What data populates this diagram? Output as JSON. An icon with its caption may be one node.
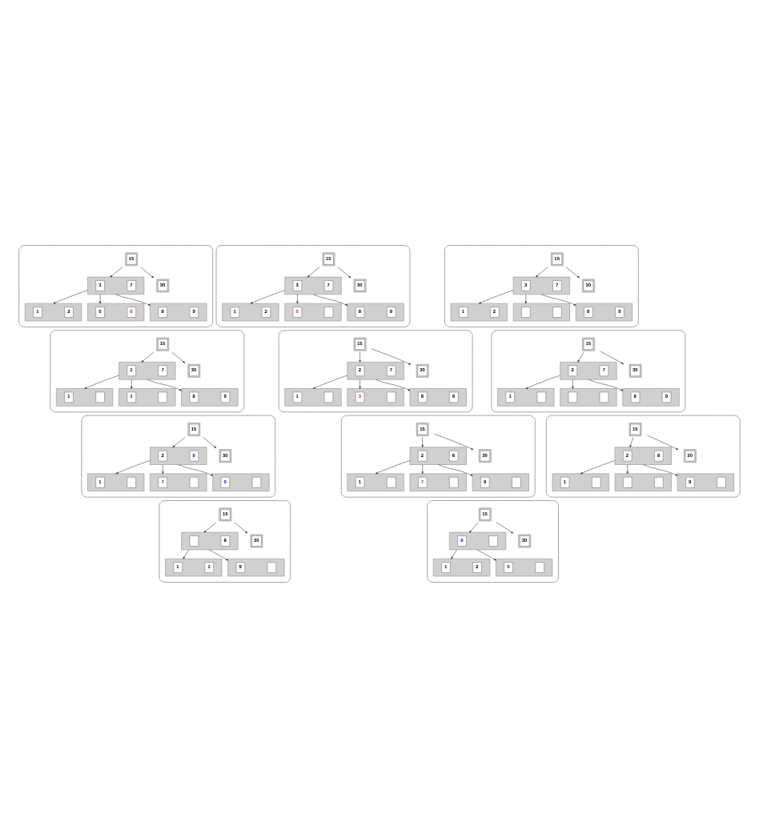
{
  "diagram": {
    "nodes": [
      {
        "text": [],
        "shape": "box"
      },
      {
        "text": [
          "15"
        ],
        "in": 0
      },
      {
        "text": [],
        "shape": "box",
        "in": 0
      },
      {
        "text": [
          "3"
        ],
        "in": 2
      },
      {
        "text": [
          "7"
        ],
        "in": 2
      },
      {
        "text": [
          "30"
        ],
        "in": 0
      },
      {
        "text": [],
        "shape": "box",
        "in": 0
      },
      {
        "text": [
          "1"
        ],
        "in": 6
      },
      {
        "text": [
          "2"
        ],
        "in": 6
      },
      {
        "text": [],
        "shape": "box",
        "in": 0
      },
      {
        "text": [
          "5"
        ],
        "in": 9
      },
      {
        "text": [
          "6"
        ],
        "in": 9
      },
      {
        "text": [],
        "shape": "box",
        "in": 0
      },
      {
        "text": [
          "8"
        ],
        "in": 12
      },
      {
        "text": [
          "9"
        ],
        "in": 12
      },
      {
        "text": [],
        "shape": "box"
      },
      {
        "text": [
          "15"
        ],
        "in": 15
      },
      {
        "text": [],
        "shape": "box",
        "in": 15
      },
      {
        "text": [
          "3"
        ],
        "in": 17
      },
      {
        "text": [
          "7"
        ],
        "in": 17
      },
      {
        "text": [
          "30"
        ],
        "in": 15
      },
      {
        "text": [],
        "shape": "box",
        "in": 15
      },
      {
        "text": [
          "1"
        ],
        "in": 21
      },
      {
        "text": [
          "2"
        ],
        "in": 21
      },
      {
        "text": [],
        "shape": "box",
        "in": 15
      },
      {
        "text": [
          "5"
        ],
        "in": 24
      },
      {
        "text": [],
        "shape": "box",
        "in": 24
      },
      {
        "text": [],
        "shape": "box",
        "in": 15
      },
      {
        "text": [
          "8"
        ],
        "in": 27
      },
      {
        "text": [
          "9"
        ],
        "in": 27
      },
      {
        "text": [],
        "shape": "box"
      },
      {
        "text": [
          "15"
        ],
        "in": 30
      },
      {
        "text": [],
        "shape": "box",
        "in": 30
      },
      {
        "text": [
          "3"
        ],
        "in": 32
      },
      {
        "text": [
          "7"
        ],
        "in": 32
      },
      {
        "text": [
          "30"
        ],
        "in": 30
      },
      {
        "text": [],
        "shape": "box",
        "in": 30
      },
      {
        "text": [
          "1"
        ],
        "in": 36
      },
      {
        "text": [
          "2"
        ],
        "in": 36
      },
      {
        "text": [],
        "shape": "box",
        "in": 30
      },
      {
        "text": [],
        "shape": "box",
        "in": 39
      },
      {
        "text": [],
        "shape": "box",
        "in": 39
      },
      {
        "text": [],
        "shape": "box",
        "in": 30
      },
      {
        "text": [
          "8"
        ],
        "in": 42
      },
      {
        "text": [
          "9"
        ],
        "in": 42
      },
      {
        "text": [],
        "shape": "box"
      },
      {
        "text": [
          "15"
        ],
        "in": 45
      },
      {
        "text": [],
        "shape": "box",
        "in": 45
      },
      {
        "text": [
          "2"
        ],
        "in": 47
      },
      {
        "text": [
          "7"
        ],
        "in": 47
      },
      {
        "text": [
          "30"
        ],
        "in": 45
      },
      {
        "text": [],
        "shape": "box",
        "in": 45
      },
      {
        "text": [
          "1"
        ],
        "in": 51
      },
      {
        "text": [],
        "shape": "box",
        "in": 51
      },
      {
        "text": [],
        "shape": "box",
        "in": 45
      },
      {
        "text": [
          "3"
        ],
        "in": 54
      },
      {
        "text": [],
        "shape": "box",
        "in": 54
      },
      {
        "text": [],
        "shape": "box",
        "in": 45
      },
      {
        "text": [
          "8"
        ],
        "in": 57
      },
      {
        "text": [
          "9"
        ],
        "in": 57
      },
      {
        "text": [],
        "shape": "box"
      },
      {
        "text": [
          "15"
        ],
        "in": 60
      },
      {
        "text": [],
        "shape": "box",
        "in": 60
      },
      {
        "text": [
          "2"
        ],
        "in": 62
      },
      {
        "text": [
          "7"
        ],
        "in": 62
      },
      {
        "text": [
          "30"
        ],
        "in": 60
      },
      {
        "text": [],
        "shape": "box",
        "in": 60
      },
      {
        "text": [
          "1"
        ],
        "in": 66
      },
      {
        "text": [],
        "shape": "box",
        "in": 66
      },
      {
        "text": [],
        "shape": "box",
        "in": 60
      },
      {
        "text": [
          "3"
        ],
        "in": 69
      },
      {
        "text": [],
        "shape": "box",
        "in": 69
      },
      {
        "text": [],
        "shape": "box",
        "in": 60
      },
      {
        "text": [
          "8"
        ],
        "in": 72
      },
      {
        "text": [
          "9"
        ],
        "in": 72
      },
      {
        "text": [],
        "shape": "box"
      },
      {
        "text": [
          "15"
        ],
        "in": 75
      },
      {
        "text": [],
        "shape": "box",
        "in": 75
      },
      {
        "text": [
          "2"
        ],
        "in": 77
      },
      {
        "text": [
          "7"
        ],
        "in": 77
      },
      {
        "text": [
          "30"
        ],
        "in": 75
      },
      {
        "text": [],
        "shape": "box",
        "in": 75
      },
      {
        "text": [
          "1"
        ],
        "in": 81
      },
      {
        "text": [],
        "shape": "box",
        "in": 81
      },
      {
        "text": [],
        "shape": "box",
        "in": 75
      },
      {
        "text": [],
        "shape": "box",
        "in": 84
      },
      {
        "text": [],
        "shape": "box",
        "in": 84
      },
      {
        "text": [],
        "shape": "box",
        "in": 75
      },
      {
        "text": [
          "8"
        ],
        "in": 87
      },
      {
        "text": [
          "9"
        ],
        "in": 87
      },
      {
        "text": [],
        "shape": "box"
      },
      {
        "text": [
          "15"
        ],
        "in": 90
      },
      {
        "text": [],
        "shape": "box",
        "in": 90
      },
      {
        "text": [
          "2"
        ],
        "in": 92
      },
      {
        "text": [
          "8"
        ],
        "in": 92
      },
      {
        "text": [
          "30"
        ],
        "in": 90
      },
      {
        "text": [],
        "shape": "box",
        "in": 90
      },
      {
        "text": [
          "1"
        ],
        "in": 96
      },
      {
        "text": [],
        "shape": "box",
        "in": 96
      },
      {
        "text": [],
        "shape": "box",
        "in": 90
      },
      {
        "text": [
          "7"
        ],
        "in": 99
      },
      {
        "text": [],
        "shape": "box",
        "in": 99
      },
      {
        "text": [],
        "shape": "box",
        "in": 90
      },
      {
        "text": [
          "9"
        ],
        "in": 102
      },
      {
        "text": [],
        "shape": "box",
        "in": 102
      },
      {
        "text": [],
        "shape": "box"
      },
      {
        "text": [
          "15"
        ],
        "in": 105
      },
      {
        "text": [],
        "shape": "box",
        "in": 105
      },
      {
        "text": [
          "2"
        ],
        "in": 107
      },
      {
        "text": [
          "8"
        ],
        "in": 107
      },
      {
        "text": [
          "30"
        ],
        "in": 105
      },
      {
        "text": [],
        "shape": "box",
        "in": 105
      },
      {
        "text": [
          "1"
        ],
        "in": 111
      },
      {
        "text": [],
        "shape": "box",
        "in": 111
      },
      {
        "text": [],
        "shape": "box",
        "in": 105
      },
      {
        "text": [
          "7"
        ],
        "in": 114
      },
      {
        "text": [],
        "shape": "box",
        "in": 114
      },
      {
        "text": [],
        "shape": "box",
        "in": 105
      },
      {
        "text": [
          "9"
        ],
        "in": 117
      },
      {
        "text": [],
        "shape": "box",
        "in": 117
      },
      {
        "text": [],
        "shape": "box"
      },
      {
        "text": [
          "15"
        ],
        "in": 120
      },
      {
        "text": [],
        "shape": "box",
        "in": 120
      },
      {
        "text": [
          "2"
        ],
        "in": 122
      },
      {
        "text": [
          "8"
        ],
        "in": 122
      },
      {
        "text": [
          "30"
        ],
        "in": 120
      },
      {
        "text": [],
        "shape": "box",
        "in": 120
      },
      {
        "text": [
          "1"
        ],
        "in": 126
      },
      {
        "text": [],
        "shape": "box",
        "in": 126
      },
      {
        "text": [],
        "shape": "box",
        "in": 120
      },
      {
        "text": [],
        "shape": "box",
        "in": 129
      },
      {
        "text": [],
        "shape": "box",
        "in": 129
      },
      {
        "text": [],
        "shape": "box",
        "in": 120
      },
      {
        "text": [
          "9"
        ],
        "in": 132
      },
      {
        "text": [],
        "shape": "box",
        "in": 132
      },
      {
        "text": [],
        "shape": "box"
      },
      {
        "text": [
          "15"
        ],
        "in": 135
      },
      {
        "text": [],
        "shape": "box",
        "in": 135
      },
      {
        "text": [],
        "shape": "box",
        "in": 137
      },
      {
        "text": [
          "8"
        ],
        "in": 137
      },
      {
        "text": [
          "30"
        ],
        "in": 135
      },
      {
        "text": [],
        "shape": "box",
        "in": 135
      },
      {
        "text": [
          "1"
        ],
        "in": 141
      },
      {
        "text": [
          "2"
        ],
        "in": 141
      },
      {
        "text": [],
        "shape": "box",
        "in": 135
      },
      {
        "text": [
          "9"
        ],
        "in": 144
      },
      {
        "text": [],
        "shape": "box",
        "in": 144
      },
      {
        "text": [],
        "shape": "box"
      },
      {
        "text": [
          "15"
        ],
        "in": 147
      },
      {
        "text": [],
        "shape": "box",
        "in": 147
      },
      {
        "text": [
          "8"
        ],
        "in": 149
      },
      {
        "text": [],
        "shape": "box",
        "in": 149
      },
      {
        "text": [
          "30"
        ],
        "in": 147
      },
      {
        "text": [],
        "shape": "box",
        "in": 147
      },
      {
        "text": [
          "1"
        ],
        "in": 153
      },
      {
        "text": [
          "2"
        ],
        "in": 153
      },
      {
        "text": [],
        "shape": "box",
        "in": 147
      },
      {
        "text": [
          "9"
        ],
        "in": 156
      },
      {
        "text": [],
        "shape": "box",
        "in": 156
      }
    ],
    "edges": [
      {
        "from": 1,
        "to": 2,
        "arrow": "to"
      },
      {
        "from": 1,
        "to": 5,
        "arrow": "to"
      },
      {
        "from": 2,
        "to": 6,
        "arrow": "to"
      },
      {
        "from": 2,
        "to": 9,
        "arrow": "to"
      },
      {
        "from": 2,
        "to": 12,
        "arrow": "to"
      },
      {
        "from": 16,
        "to": 17,
        "arrow": "to"
      },
      {
        "from": 16,
        "to": 20,
        "arrow": "to"
      },
      {
        "from": 17,
        "to": 21,
        "arrow": "to"
      },
      {
        "from": 17,
        "to": 24,
        "arrow": "to"
      },
      {
        "from": 17,
        "to": 27,
        "arrow": "to"
      },
      {
        "from": 31,
        "to": 32,
        "arrow": "to"
      },
      {
        "from": 31,
        "to": 35,
        "arrow": "to"
      },
      {
        "from": 32,
        "to": 36,
        "arrow": "to"
      },
      {
        "from": 32,
        "to": 39,
        "arrow": "to"
      },
      {
        "from": 32,
        "to": 42,
        "arrow": "to"
      },
      {
        "from": 46,
        "to": 47,
        "arrow": "to"
      },
      {
        "from": 46,
        "to": 50,
        "arrow": "to"
      },
      {
        "from": 47,
        "to": 51,
        "arrow": "to"
      },
      {
        "from": 47,
        "to": 54,
        "arrow": "to"
      },
      {
        "from": 47,
        "to": 57,
        "arrow": "to"
      },
      {
        "from": 61,
        "to": 62,
        "arrow": "to"
      },
      {
        "from": 61,
        "to": 65,
        "arrow": "to"
      },
      {
        "from": 62,
        "to": 66,
        "arrow": "to"
      },
      {
        "from": 62,
        "to": 69,
        "arrow": "to"
      },
      {
        "from": 62,
        "to": 72,
        "arrow": "to"
      },
      {
        "from": 76,
        "to": 77,
        "arrow": "to"
      },
      {
        "from": 76,
        "to": 80,
        "arrow": "to"
      },
      {
        "from": 77,
        "to": 81,
        "arrow": "to"
      },
      {
        "from": 77,
        "to": 84,
        "arrow": "to"
      },
      {
        "from": 77,
        "to": 87,
        "arrow": "to"
      },
      {
        "from": 91,
        "to": 92,
        "arrow": "to"
      },
      {
        "from": 91,
        "to": 95,
        "arrow": "to"
      },
      {
        "from": 92,
        "to": 96,
        "arrow": "to"
      },
      {
        "from": 92,
        "to": 99,
        "arrow": "to"
      },
      {
        "from": 92,
        "to": 102,
        "arrow": "to"
      },
      {
        "from": 106,
        "to": 107,
        "arrow": "to"
      },
      {
        "from": 106,
        "to": 110,
        "arrow": "to"
      },
      {
        "from": 107,
        "to": 111,
        "arrow": "to"
      },
      {
        "from": 107,
        "to": 114,
        "arrow": "to"
      },
      {
        "from": 107,
        "to": 117,
        "arrow": "to"
      },
      {
        "from": 121,
        "to": 122,
        "arrow": "to"
      },
      {
        "from": 121,
        "to": 125,
        "arrow": "to"
      },
      {
        "from": 122,
        "to": 126,
        "arrow": "to"
      },
      {
        "from": 122,
        "to": 129,
        "arrow": "to"
      },
      {
        "from": 122,
        "to": 132,
        "arrow": "to"
      },
      {
        "from": 136,
        "to": 137,
        "arrow": "to"
      },
      {
        "from": 136,
        "to": 140,
        "arrow": "to"
      },
      {
        "from": 137,
        "to": 141,
        "arrow": "to"
      },
      {
        "from": 137,
        "to": 144,
        "arrow": "to"
      },
      {
        "from": 148,
        "to": 149,
        "arrow": "to"
      },
      {
        "from": 148,
        "to": 152,
        "arrow": "to"
      },
      {
        "from": 149,
        "to": 153,
        "arrow": "to"
      },
      {
        "from": 149,
        "to": 156,
        "arrow": "to"
      }
    ]
  }
}
